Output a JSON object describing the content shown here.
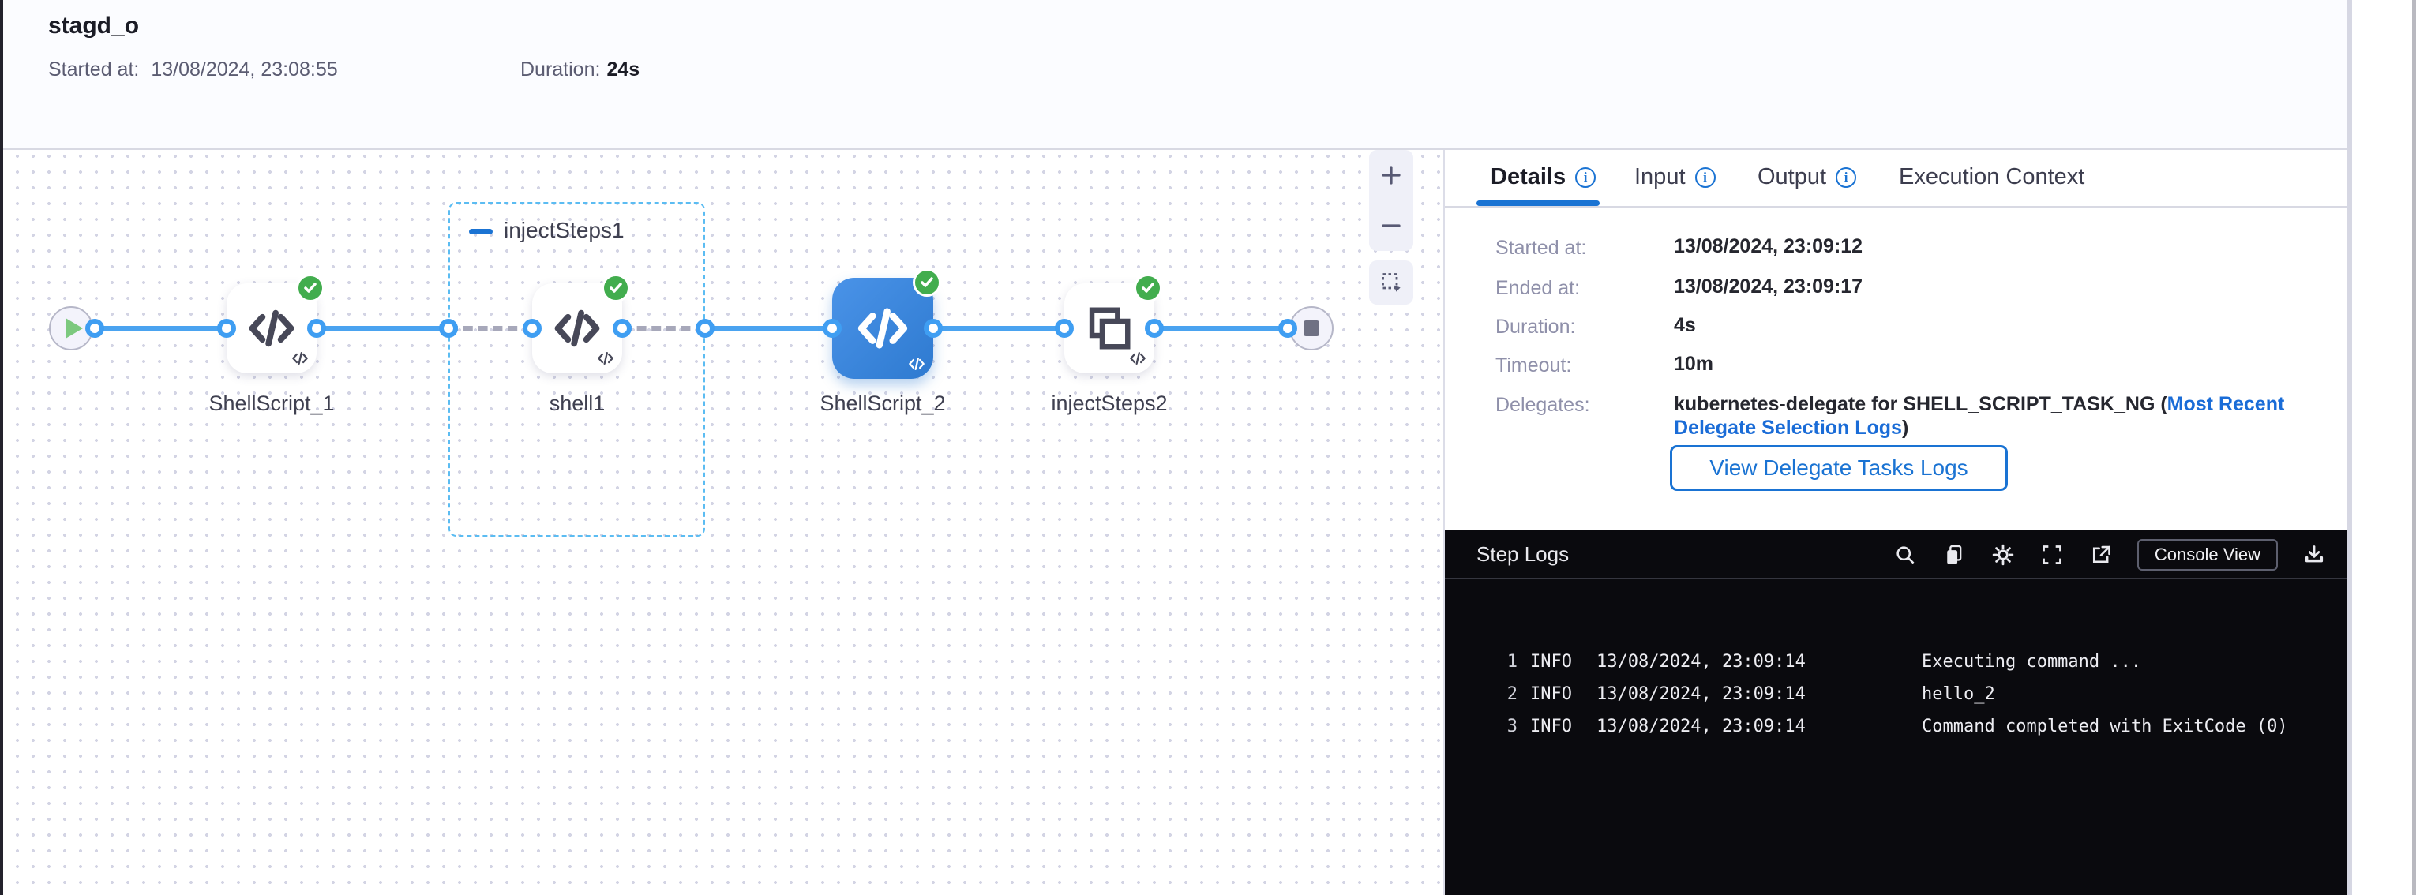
{
  "header": {
    "title": "stagd_o",
    "started_label": "Started at:",
    "started_value": "13/08/2024, 23:08:55",
    "duration_label": "Duration:",
    "duration_value": "24s"
  },
  "pipeline": {
    "group_label": "injectSteps1",
    "nodes": {
      "step1": "ShellScript_1",
      "shell1": "shell1",
      "step2": "ShellScript_2",
      "inject2": "injectSteps2"
    },
    "icons": [
      "play-icon",
      "code-icon",
      "copy-steps-icon",
      "stop-icon",
      "success-check-icon"
    ],
    "canvas_controls": [
      "fit-view-icon",
      "marquee-select-icon",
      "zoom-in-icon",
      "zoom-out-icon"
    ]
  },
  "tabs": {
    "details": "Details",
    "input": "Input",
    "output": "Output",
    "execution_context": "Execution Context",
    "info_icon": "i"
  },
  "details": {
    "rows": [
      {
        "label": "Started at:",
        "value": "13/08/2024, 23:09:12"
      },
      {
        "label": "Ended at:",
        "value": "13/08/2024, 23:09:17"
      },
      {
        "label": "Duration:",
        "value": "4s"
      },
      {
        "label": "Timeout:",
        "value": "10m"
      }
    ],
    "delegates_label": "Delegates:",
    "delegates_prefix": "kubernetes-delegate for SHELL_SCRIPT_TASK_NG (",
    "delegates_link": "Most Recent Delegate Selection Logs",
    "delegates_suffix": ")",
    "view_logs_button": "View Delegate Tasks Logs"
  },
  "logs": {
    "title": "Step Logs",
    "console_view_button": "Console View",
    "header_icons": [
      "search-icon",
      "copy-icon",
      "gear-icon",
      "fullscreen-icon",
      "external-link-icon",
      "download-icon"
    ],
    "lines": [
      {
        "num": "1",
        "level": "INFO",
        "time": "13/08/2024, 23:09:14",
        "message": "Executing command ..."
      },
      {
        "num": "2",
        "level": "INFO",
        "time": "13/08/2024, 23:09:14",
        "message": "hello_2"
      },
      {
        "num": "3",
        "level": "INFO",
        "time": "13/08/2024, 23:09:14",
        "message": "Command completed with ExitCode (0)"
      }
    ]
  },
  "colors": {
    "accent_blue": "#1a73d3",
    "connector_blue": "#4aa3f0",
    "selected_node_blue": "#3a85dd",
    "success_green": "#42ad4e",
    "group_border_blue": "#5bbcf2",
    "log_background": "#0a0a0e",
    "header_background": "#fbfcff"
  }
}
